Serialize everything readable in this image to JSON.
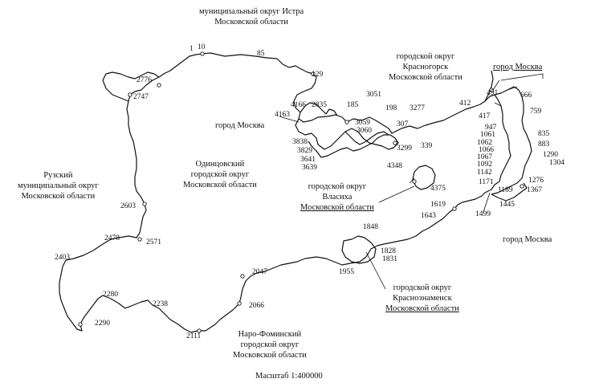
{
  "regions": {
    "istra": [
      "муниципальный округ Истра",
      "Московской области"
    ],
    "krasnogorsk": [
      "городской округ",
      "Красногорск",
      "Московской области"
    ],
    "moscow_ne": "город Москва",
    "moscow_w": "город Москва",
    "moscow_e": "город Москва",
    "odintsovo": [
      "Одинцовский",
      "городской округ",
      "Московской области"
    ],
    "vlasikha": [
      "городской округ",
      "Власиха",
      "Московской области"
    ],
    "ruza": [
      "Рузский",
      "муниципальный округ",
      "Московской области"
    ],
    "krasnoznamensk": [
      "городской округ",
      "Краснознаменск",
      "Московской области"
    ],
    "naro": [
      "Наро-Фоминский",
      "городской округ",
      "Московской области"
    ]
  },
  "scale": "Масштаб 1:400000",
  "points": {
    "p1": "1",
    "p10": "10",
    "p85": "85",
    "p129": "129",
    "p2776": "2776",
    "p2747": "2747",
    "p4166": "4166",
    "p2835": "2835",
    "p185": "185",
    "p3051": "3051",
    "p198": "198",
    "p3277": "3277",
    "p4163": "4163",
    "p3059": "3059",
    "p3060": "3060",
    "p307": "307",
    "p3838": "3838",
    "p3829": "3829",
    "p3641": "3641",
    "p3639": "3639",
    "p3299": "3299",
    "p339": "339",
    "p412": "412",
    "p491": "491",
    "p666": "666",
    "p759": "759",
    "p417": "417",
    "p947": "947",
    "p1061": "1061",
    "p1062": "1062",
    "p1066": "1066",
    "p1067": "1067",
    "p1092": "1092",
    "p835": "835",
    "p883": "883",
    "p1290": "1290",
    "p1304": "1304",
    "p1142": "1142",
    "p1171": "1171",
    "p1276": "1276",
    "p1189": "1189",
    "p1367": "1367",
    "p4348": "4348",
    "p4375": "4375",
    "p1619": "1619",
    "p1643": "1643",
    "p1499": "1499",
    "p1445": "1445",
    "p2603": "2603",
    "p2478": "2478",
    "p2571": "2571",
    "p2403": "2403",
    "p1848": "1848",
    "p1828": "1828",
    "p1831": "1831",
    "p1955": "1955",
    "p2047": "2047",
    "p2066": "2066",
    "p2280": "2280",
    "p2238": "2238",
    "p2290": "2290",
    "p2111": "2111"
  }
}
